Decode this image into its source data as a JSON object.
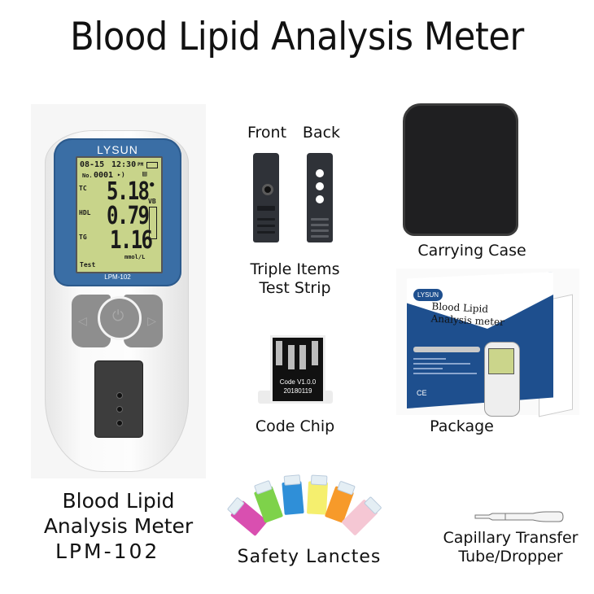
{
  "title": "Blood Lipid Analysis Meter",
  "meter": {
    "brand": "LYSUN",
    "model": "LPM-102",
    "lcd": {
      "date": "08-15",
      "time": "12:30",
      "ampm": "PM",
      "record_no_label": "No.",
      "record_no": "0001",
      "rows": [
        {
          "label": "TC",
          "value": "5.18"
        },
        {
          "label": "HDL",
          "value": "0.79"
        },
        {
          "label": "TG",
          "value": "1.16"
        }
      ],
      "sample_type": "VB",
      "unit": "mmol/L",
      "mode": "Test"
    },
    "caption_lines": [
      "Blood Lipid",
      "Analysis Meter",
      "LPM-102"
    ]
  },
  "test_strip": {
    "front_label": "Front",
    "back_label": "Back",
    "caption_lines": [
      "Triple Items",
      "Test Strip"
    ]
  },
  "code_chip": {
    "chip_text_lines": [
      "Code  V1.0.0",
      "20180119"
    ],
    "caption": "Code Chip"
  },
  "carrying_case": {
    "caption": "Carrying Case"
  },
  "package": {
    "logo": "LYSUN",
    "box_title_lines": [
      "Blood Lipid",
      "Analysis meter"
    ],
    "ce_mark": "CE",
    "caption": "Package"
  },
  "lancets": {
    "caption": "Safety Lanctes",
    "colors": [
      "#d94fb0",
      "#7ed24a",
      "#2f8fd8",
      "#f5ef6e",
      "#f79a2a",
      "#f5c7d4"
    ]
  },
  "dropper": {
    "caption_lines": [
      "Capillary Transfer",
      "Tube/Dropper"
    ]
  }
}
